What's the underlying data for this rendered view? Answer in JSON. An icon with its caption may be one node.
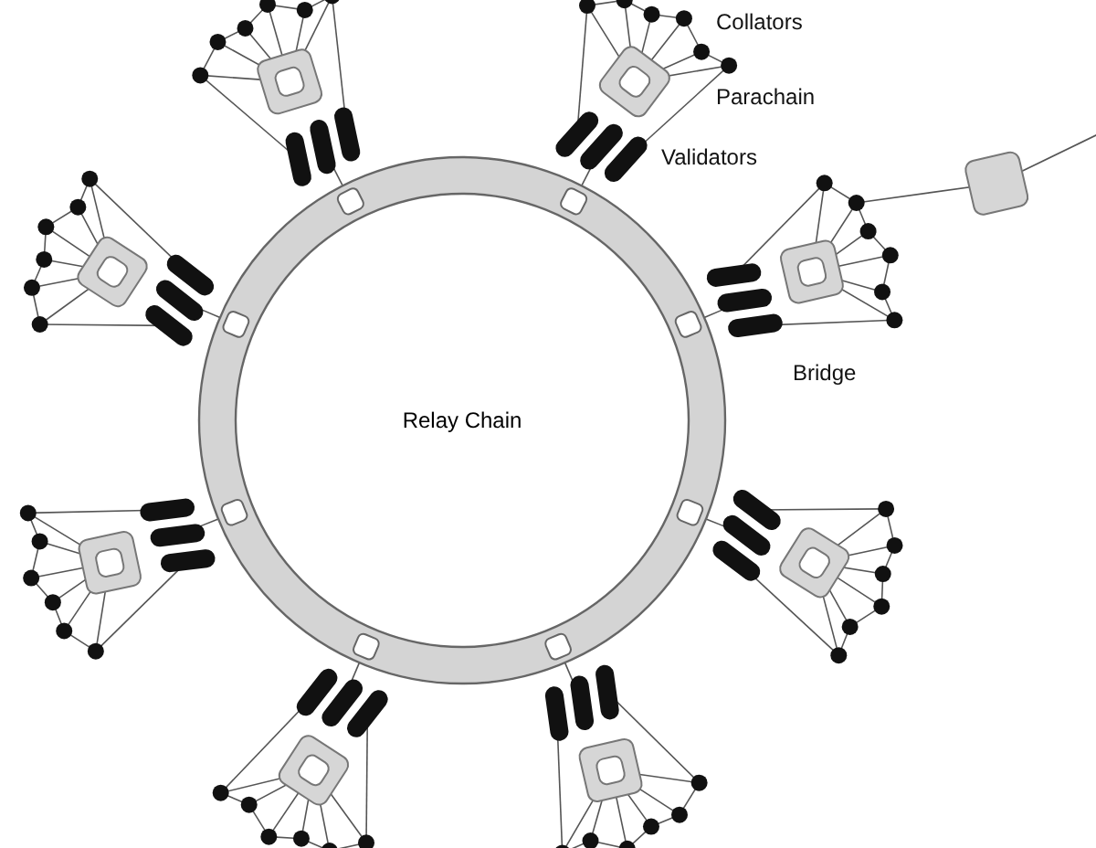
{
  "diagram": {
    "nodes": [
      {
        "text": [
          "Relay Chain"
        ]
      }
    ],
    "labels": [
      "Collators",
      "Parachain",
      "Validators",
      "Bridge"
    ]
  }
}
